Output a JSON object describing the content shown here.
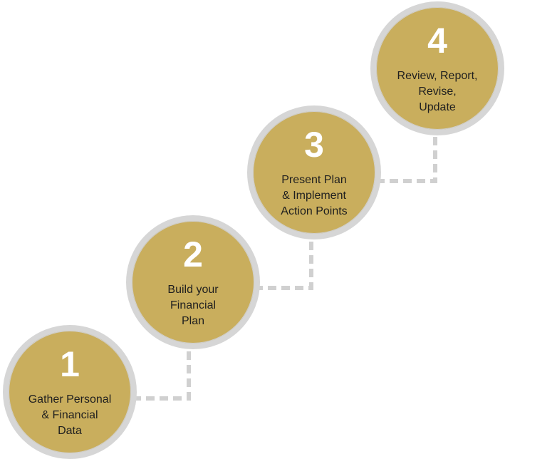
{
  "colors": {
    "circle_fill": "#c9ae5d",
    "circle_ring": "#d6d6d6",
    "connector": "#d0d0d0",
    "number_text": "#ffffff",
    "label_text": "#1f1f1f"
  },
  "steps": [
    {
      "number": "1",
      "lines": [
        "Gather Personal",
        "& Financial",
        "Data"
      ]
    },
    {
      "number": "2",
      "lines": [
        "Build your",
        "Financial",
        "Plan"
      ]
    },
    {
      "number": "3",
      "lines": [
        "Present Plan",
        "& Implement",
        "Action Points"
      ]
    },
    {
      "number": "4",
      "lines": [
        "Review, Report,",
        "Revise,",
        "Update"
      ]
    }
  ]
}
